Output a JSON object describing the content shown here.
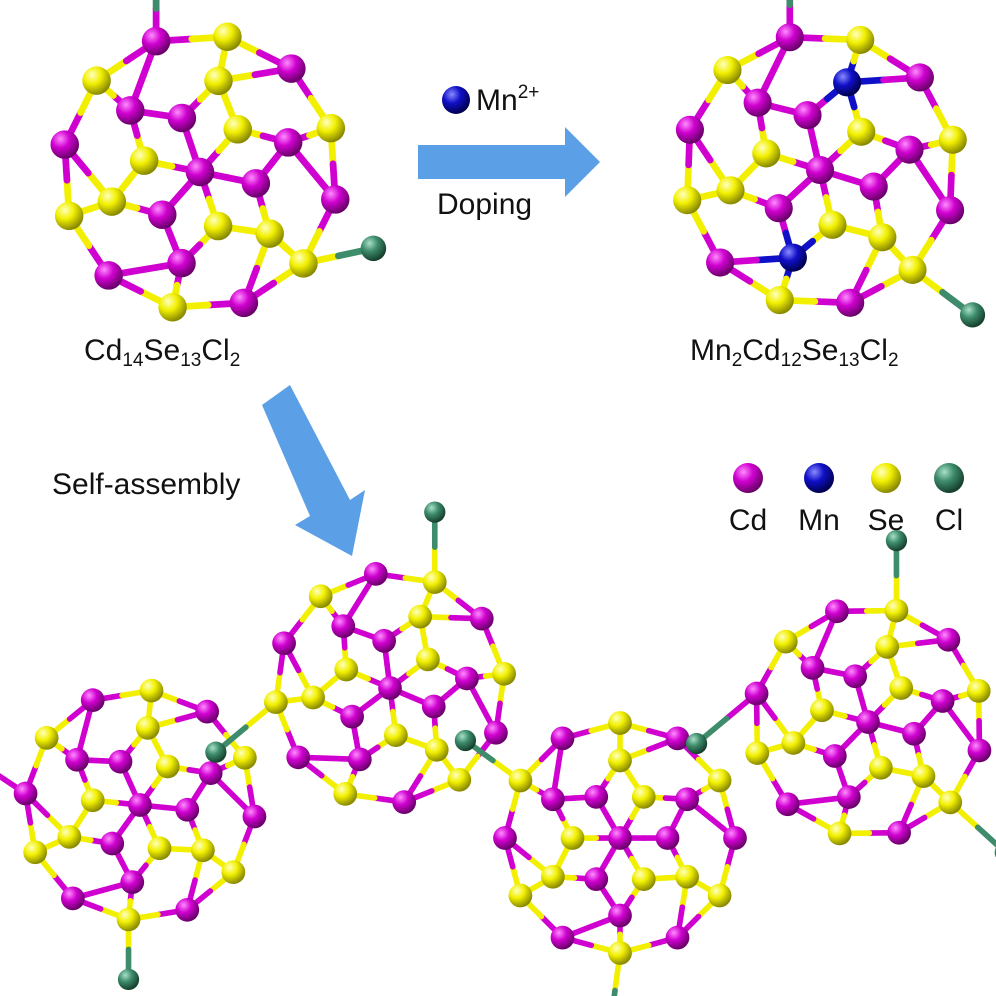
{
  "colors": {
    "Cd": "#d000d0",
    "Mn": "#1010c8",
    "Se": "#f2f000",
    "Cl": "#3e8c6c",
    "arrow": "#5b9fe6"
  },
  "doping": {
    "ion": "Mn",
    "charge": "2+",
    "label": "Doping"
  },
  "parent": {
    "el1": "Cd",
    "n1": "14",
    "el2": "Se",
    "n2": "13",
    "el3": "Cl",
    "n3": "2"
  },
  "doped": {
    "el0": "Mn",
    "n0": "2",
    "el1": "Cd",
    "n1": "12",
    "el2": "Se",
    "n2": "13",
    "el3": "Cl",
    "n3": "2"
  },
  "assembly_label": "Self-assembly",
  "legend": [
    {
      "element": "Cd",
      "label": "Cd"
    },
    {
      "element": "Mn",
      "label": "Mn"
    },
    {
      "element": "Se",
      "label": "Se"
    },
    {
      "element": "Cl",
      "label": "Cl"
    }
  ]
}
